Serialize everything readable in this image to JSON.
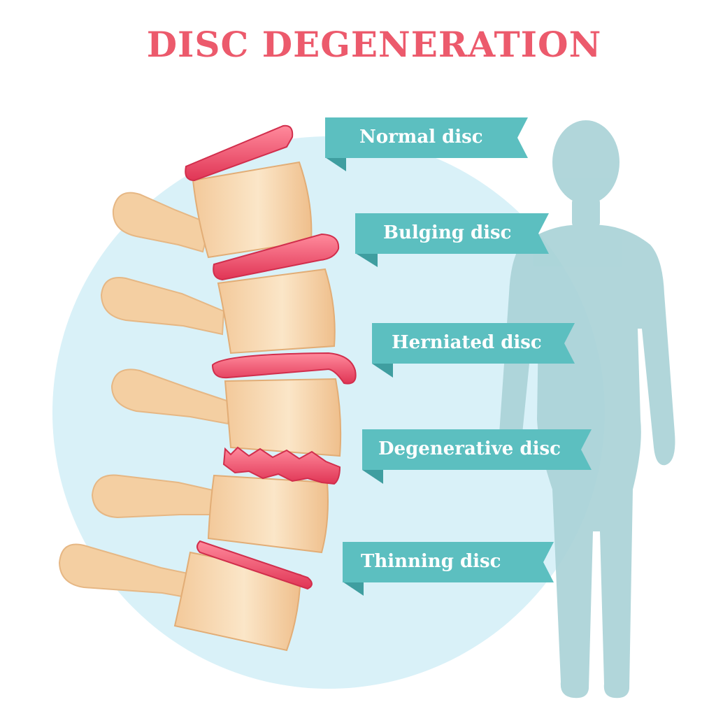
{
  "title": "DISC DEGENERATION",
  "colors": {
    "title": "#ec5a6c",
    "ribbon": "#5cbfc0",
    "ribbon_dark": "#3f9ea0",
    "disc": "#e8425e",
    "bone": "#f5d2a8",
    "circle": "#d6f0f8",
    "silhouette": "#a9d3d8"
  },
  "labels": [
    {
      "text": "Normal disc"
    },
    {
      "text": "Bulging disc"
    },
    {
      "text": "Herniated disc"
    },
    {
      "text": "Degenerative disc"
    },
    {
      "text": "Thinning disc"
    }
  ]
}
